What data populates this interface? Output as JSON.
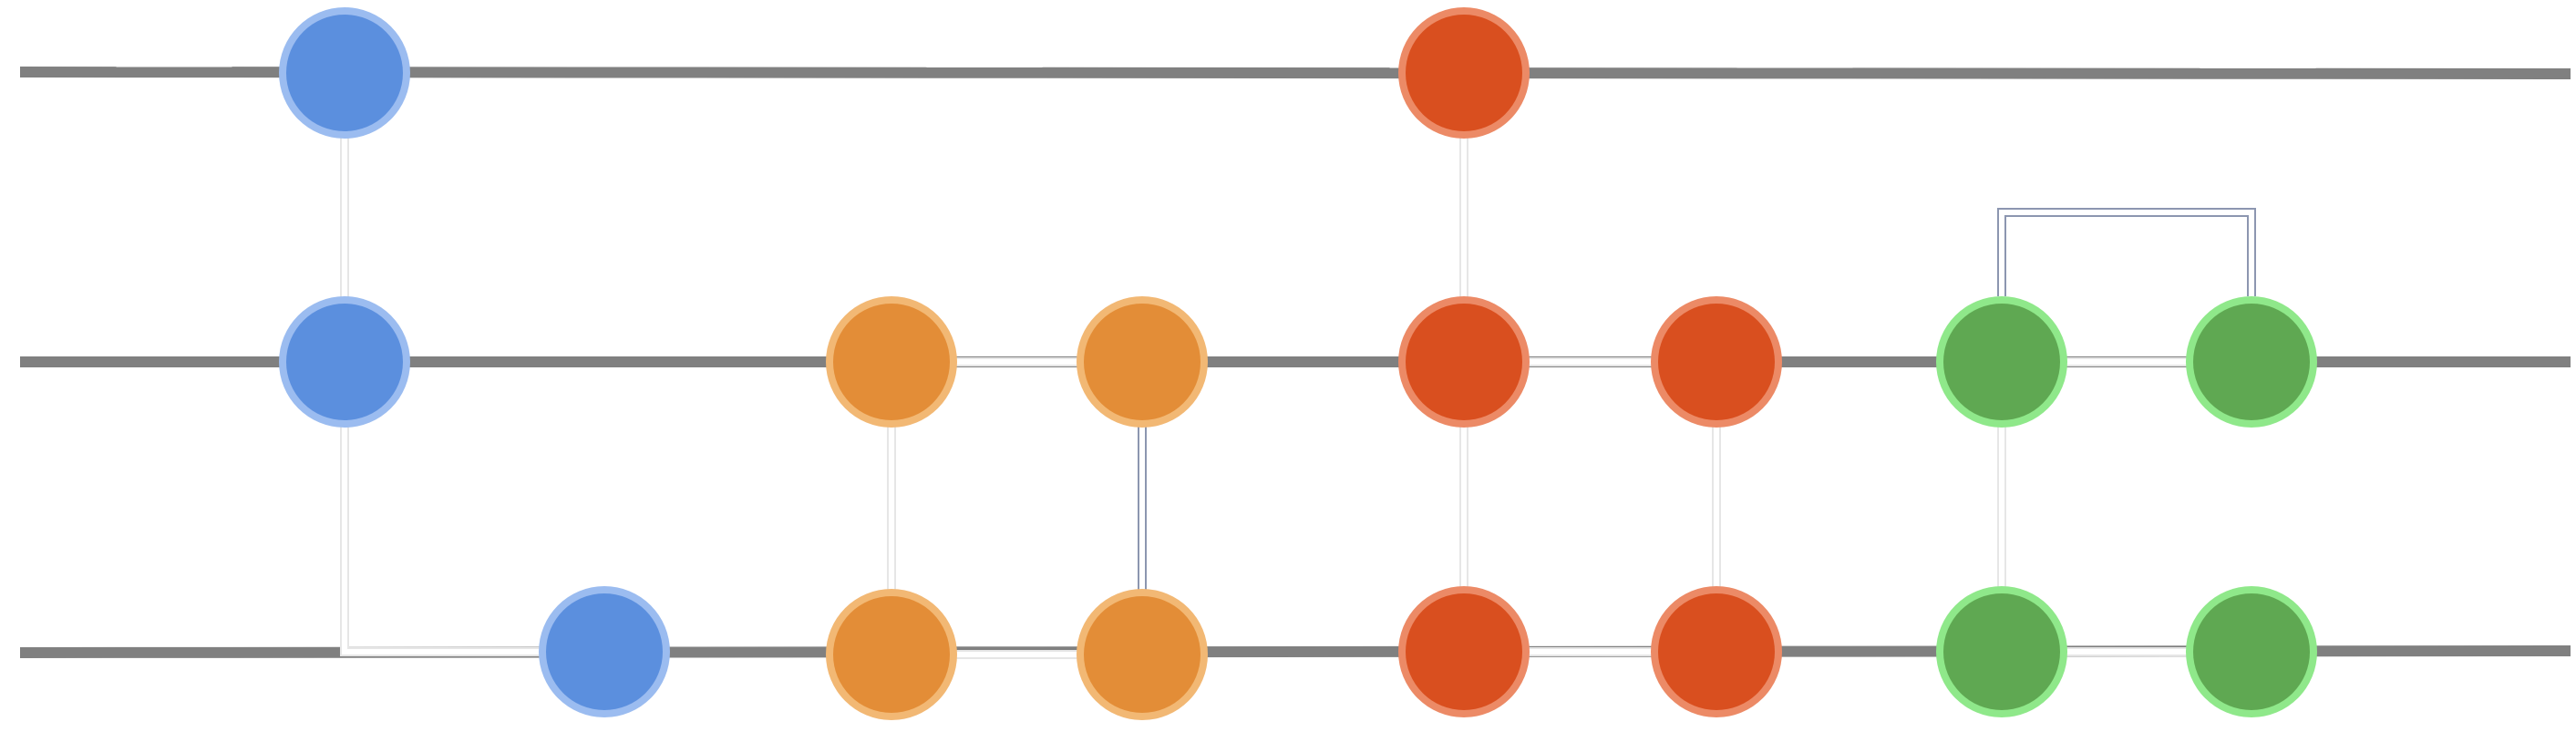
{
  "colors": {
    "rail": "#808080",
    "link_outline": "#e6e6e6",
    "link_fill": "#ffffff",
    "blue": {
      "fill": "#5b8fde",
      "ring": "#9bbcf0"
    },
    "orange": {
      "fill": "#e38d37",
      "ring": "#f2b874"
    },
    "red": {
      "fill": "#d94f1f",
      "ring": "#ec8a66"
    },
    "green": {
      "fill": "#5fa852",
      "ring": "#8fe88a"
    }
  },
  "rails": [
    {
      "id": "rail-top"
    },
    {
      "id": "rail-middle"
    },
    {
      "id": "rail-bottom"
    }
  ],
  "nodes": [
    {
      "id": "node-blue-top",
      "color": "blue"
    },
    {
      "id": "node-blue-mid",
      "color": "blue"
    },
    {
      "id": "node-blue-bottom",
      "color": "blue"
    },
    {
      "id": "node-orange-mid-1",
      "color": "orange"
    },
    {
      "id": "node-orange-mid-2",
      "color": "orange"
    },
    {
      "id": "node-orange-bottom-1",
      "color": "orange"
    },
    {
      "id": "node-orange-bottom-2",
      "color": "orange"
    },
    {
      "id": "node-red-top",
      "color": "red"
    },
    {
      "id": "node-red-mid-1",
      "color": "red"
    },
    {
      "id": "node-red-mid-2",
      "color": "red"
    },
    {
      "id": "node-red-bottom-1",
      "color": "red"
    },
    {
      "id": "node-red-bottom-2",
      "color": "red"
    },
    {
      "id": "node-green-mid-1",
      "color": "green"
    },
    {
      "id": "node-green-mid-2",
      "color": "green"
    },
    {
      "id": "node-green-bottom-1",
      "color": "green"
    },
    {
      "id": "node-green-bottom-2",
      "color": "green"
    }
  ],
  "links": [
    {
      "from": "node-blue-top",
      "to": "node-blue-mid"
    },
    {
      "from": "node-blue-mid",
      "to": "node-blue-bottom"
    },
    {
      "from": "node-orange-mid-1",
      "to": "node-orange-mid-2"
    },
    {
      "from": "node-orange-mid-1",
      "to": "node-orange-bottom-1"
    },
    {
      "from": "node-orange-mid-2",
      "to": "node-orange-bottom-2"
    },
    {
      "from": "node-orange-bottom-1",
      "to": "node-orange-bottom-2"
    },
    {
      "from": "node-red-top",
      "to": "node-red-mid-1"
    },
    {
      "from": "node-red-mid-1",
      "to": "node-red-mid-2"
    },
    {
      "from": "node-red-mid-1",
      "to": "node-red-bottom-1"
    },
    {
      "from": "node-red-mid-2",
      "to": "node-red-bottom-2"
    },
    {
      "from": "node-red-bottom-1",
      "to": "node-red-bottom-2"
    },
    {
      "from": "node-green-mid-1",
      "to": "node-green-mid-2"
    },
    {
      "from": "node-green-mid-1",
      "to": "node-green-mid-2"
    },
    {
      "from": "node-green-mid-1",
      "to": "node-green-bottom-1"
    },
    {
      "from": "node-green-bottom-1",
      "to": "node-green-bottom-2"
    }
  ]
}
